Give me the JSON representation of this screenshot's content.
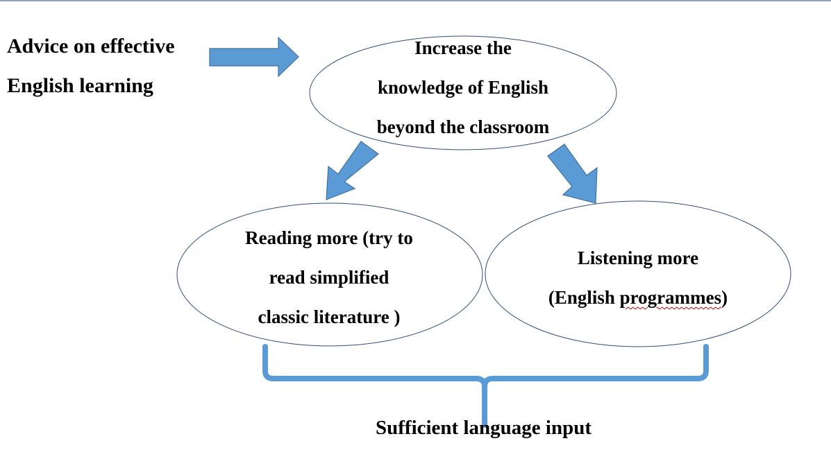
{
  "diagram": {
    "colors": {
      "arrow_fill": "#5b9bd5",
      "arrow_stroke": "#41719c",
      "ellipse_stroke": "#2f4f7a",
      "brace": "#5b9bd5",
      "top_rule": "#8fa3bf",
      "spelling_underline": "#c00000"
    },
    "heading": {
      "line1": "Advice on effective",
      "line2": "English learning"
    },
    "top_node": {
      "line1": "Increase the",
      "line2": "knowledge of English",
      "line3": "beyond the classroom"
    },
    "left_node": {
      "line1": "Reading more (try to",
      "line2": "read simplified",
      "line3": "classic literature )"
    },
    "right_node": {
      "line1": "Listening more",
      "line2_prefix": "(English ",
      "line2_flagged": "programmes",
      "line2_suffix": ")"
    },
    "footer": {
      "label": "Sufficient language input"
    }
  }
}
